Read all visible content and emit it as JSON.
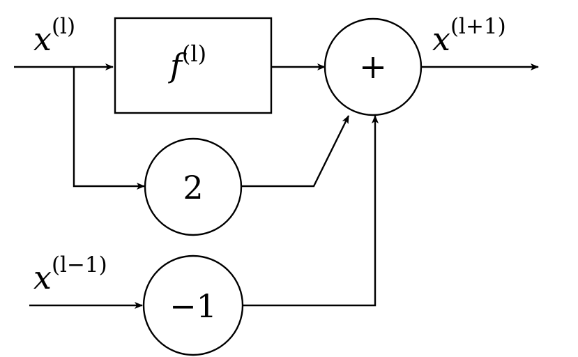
{
  "labels": {
    "input_current": {
      "base": "x",
      "sup": "(l)"
    },
    "input_previous": {
      "base": "x",
      "sup": "(l−1)"
    },
    "output": {
      "base": "x",
      "sup": "(l+1)"
    }
  },
  "nodes": {
    "residual_block": {
      "base": "f",
      "sup": "(l)"
    },
    "gain_two": "2",
    "gain_minus_one": "−1",
    "adder": "+"
  }
}
